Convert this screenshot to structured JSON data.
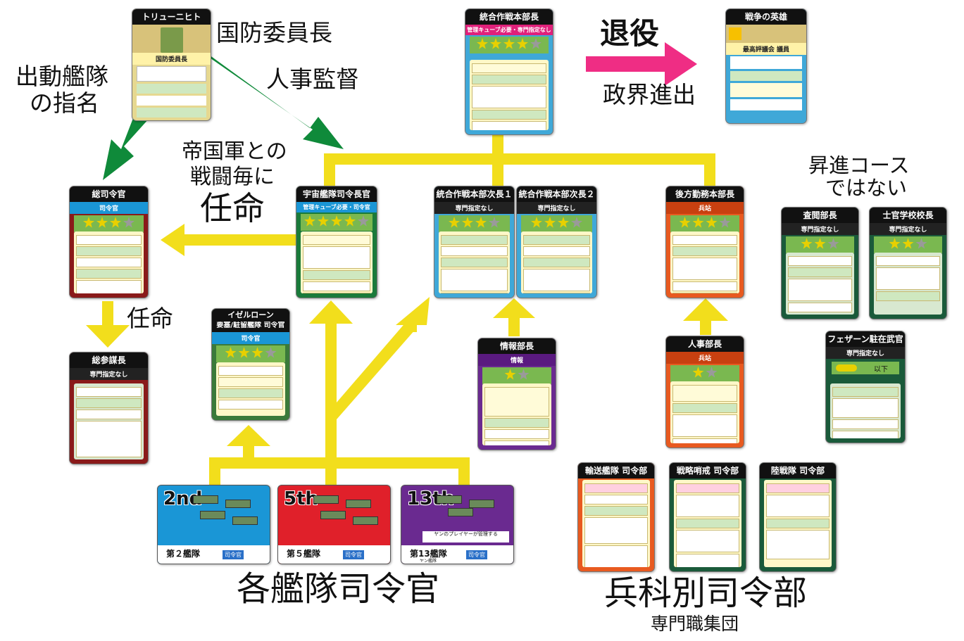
{
  "labels": {
    "minister": "国防委員長",
    "dispatch_line1": "出動艦隊",
    "dispatch_line2": "の指名",
    "personnel": "人事監督",
    "retire": "退役",
    "politics": "政界進出",
    "battle_line1": "帝国軍との",
    "battle_line2": "戦闘毎に",
    "appoint_big": "任命",
    "appoint_small": "任命",
    "not_promotion_line1": "昇進コース",
    "not_promotion_line2": "ではない",
    "fleet_commanders": "各艦隊司令官",
    "branch_commands": "兵科別司令部",
    "specialists": "専門職集団"
  },
  "colors": {
    "green_arrow": "#0f8a3a",
    "yellow_arrow": "#f2de1c",
    "pink_arrow": "#ef2d84"
  },
  "cards": {
    "trunicht": {
      "title": "トリューニヒト",
      "sub": "国防委員長"
    },
    "joint_chief": {
      "title": "統合作戦本部長",
      "sub": "管理キューブ必要・専門指定なし"
    },
    "war_hero": {
      "title": "戦争の英雄",
      "sub": "最高評議会 議員"
    },
    "commander_in_chief": {
      "title": "総司令官",
      "sub": "司令官"
    },
    "space_fleet": {
      "title": "宇宙艦隊司令長官",
      "sub": "管理キューブ必要・司令官"
    },
    "deputy1": {
      "title": "統合作戦本部次長１",
      "sub": "専門指定なし"
    },
    "deputy2": {
      "title": "統合作戦本部次長２",
      "sub": "専門指定なし"
    },
    "logistics_chief": {
      "title": "後方勤務本部長",
      "sub": "兵站"
    },
    "inspector": {
      "title": "査閲部長",
      "sub": "専門指定なし"
    },
    "academy": {
      "title": "士官学校校長",
      "sub": "専門指定なし"
    },
    "chief_of_staff": {
      "title": "総参謀長",
      "sub": "専門指定なし"
    },
    "iserlohn": {
      "title_line1": "イゼルローン",
      "title_line2": "要塞/駐留艦隊 司令官",
      "sub": "司令官"
    },
    "intelligence": {
      "title": "情報部長",
      "sub": "情報"
    },
    "personnel_chief": {
      "title": "人事部長",
      "sub": "兵站"
    },
    "phezzan": {
      "title": "フェザーン駐在武官",
      "sub": "専門指定なし",
      "below": "以下"
    },
    "transport": {
      "title": "輸送艦隊 司令部"
    },
    "recon": {
      "title": "戦略哨戒 司令部"
    },
    "marines": {
      "title": "陸戦隊 司令部"
    }
  },
  "fleets": [
    {
      "num": "2nd",
      "name": "第２艦隊",
      "badge": "司令官",
      "color": "#1a96d6"
    },
    {
      "num": "5th",
      "name": "第５艦隊",
      "badge": "司令官",
      "color": "#e0202a"
    },
    {
      "num": "13th",
      "name": "第13艦隊",
      "badge": "司令官",
      "color": "#6a2a90",
      "text": "ヤンのプレイヤーが管理する",
      "sub": "ヤン艦隊"
    }
  ]
}
